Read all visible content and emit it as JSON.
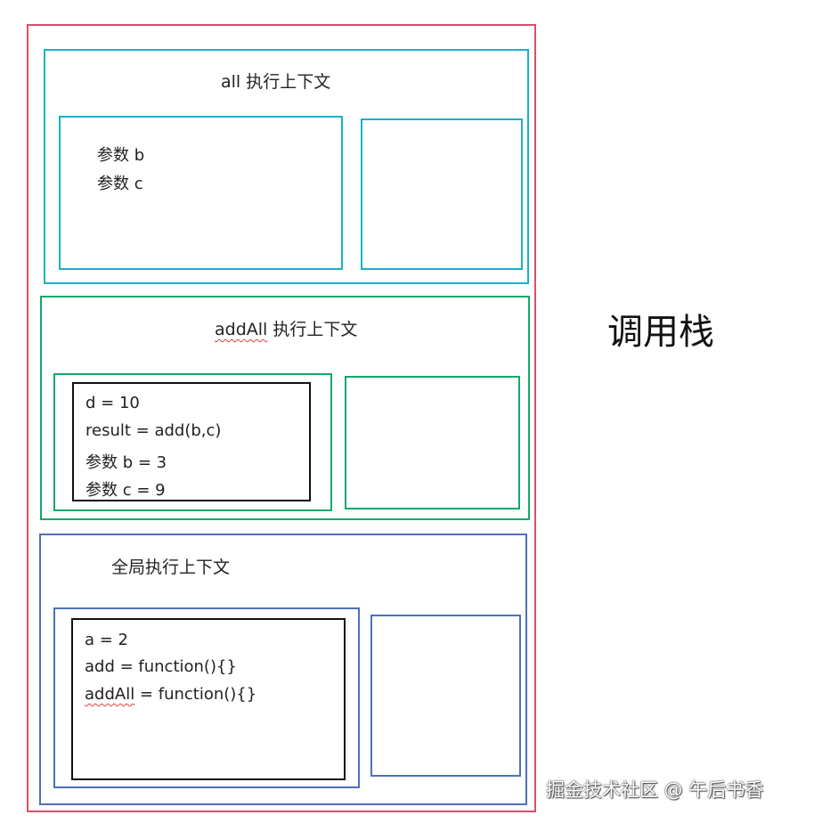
{
  "call_stack_label": "调用栈",
  "watermark": "掘金技术社区 @ 午后书香",
  "contexts": {
    "all": {
      "title": "all 执行上下文",
      "vars": [
        "参数 b",
        "参数 c"
      ]
    },
    "addAll": {
      "title_name": "addAll",
      "title_suffix": " 执行上下文",
      "vars": [
        "d = 10",
        "result = add(b,c)",
        "参数 b = 3",
        "参数 c = 9"
      ]
    },
    "global": {
      "title": "全局执行上下文",
      "vars": [
        "a = 2",
        "add = function(){}",
        "addAll",
        " = function(){}"
      ]
    }
  },
  "colors": {
    "stack_border": "#d6506b",
    "all_border": "#1cb0c8",
    "addAll_border": "#14a86a",
    "global_border": "#4a72b8",
    "variable_box_border": "#111111",
    "spellcheck_underline": "#e04040"
  }
}
